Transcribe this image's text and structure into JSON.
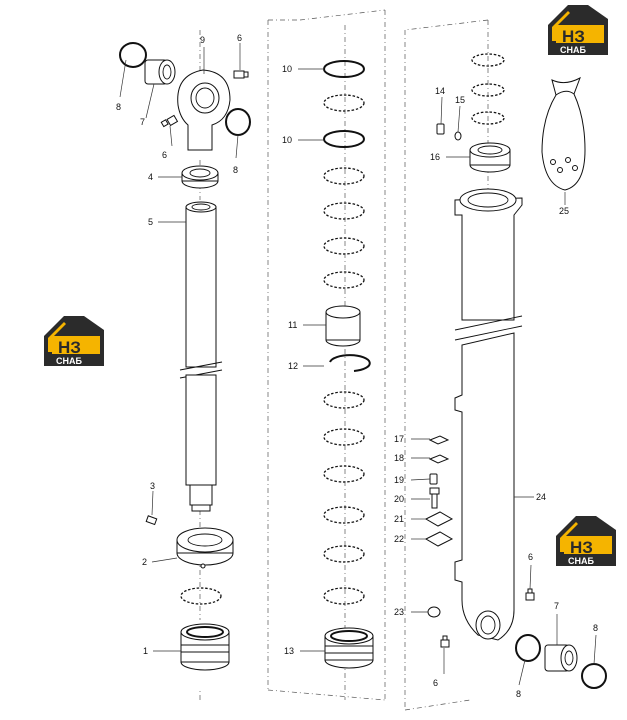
{
  "brand": {
    "logo_letters": "НЗ",
    "logo_word": "СНАБ",
    "color_yellow": "#f5b400",
    "color_dark": "#2b2b2b"
  },
  "callouts": {
    "c1": "1",
    "c2": "2",
    "c3": "3",
    "c4": "4",
    "c5": "5",
    "c6a": "6",
    "c6b": "6",
    "c6c": "6",
    "c6d": "6",
    "c7a": "7",
    "c7b": "7",
    "c8a": "8",
    "c8b": "8",
    "c8c": "8",
    "c8d": "8",
    "c9": "9",
    "c10a": "10",
    "c10b": "10",
    "c11": "11",
    "c12": "12",
    "c13": "13",
    "c14": "14",
    "c15": "15",
    "c16": "16",
    "c17": "17",
    "c18": "18",
    "c19": "19",
    "c20": "20",
    "c21": "21",
    "c22": "22",
    "c23": "23",
    "c24": "24",
    "c25": "25"
  }
}
